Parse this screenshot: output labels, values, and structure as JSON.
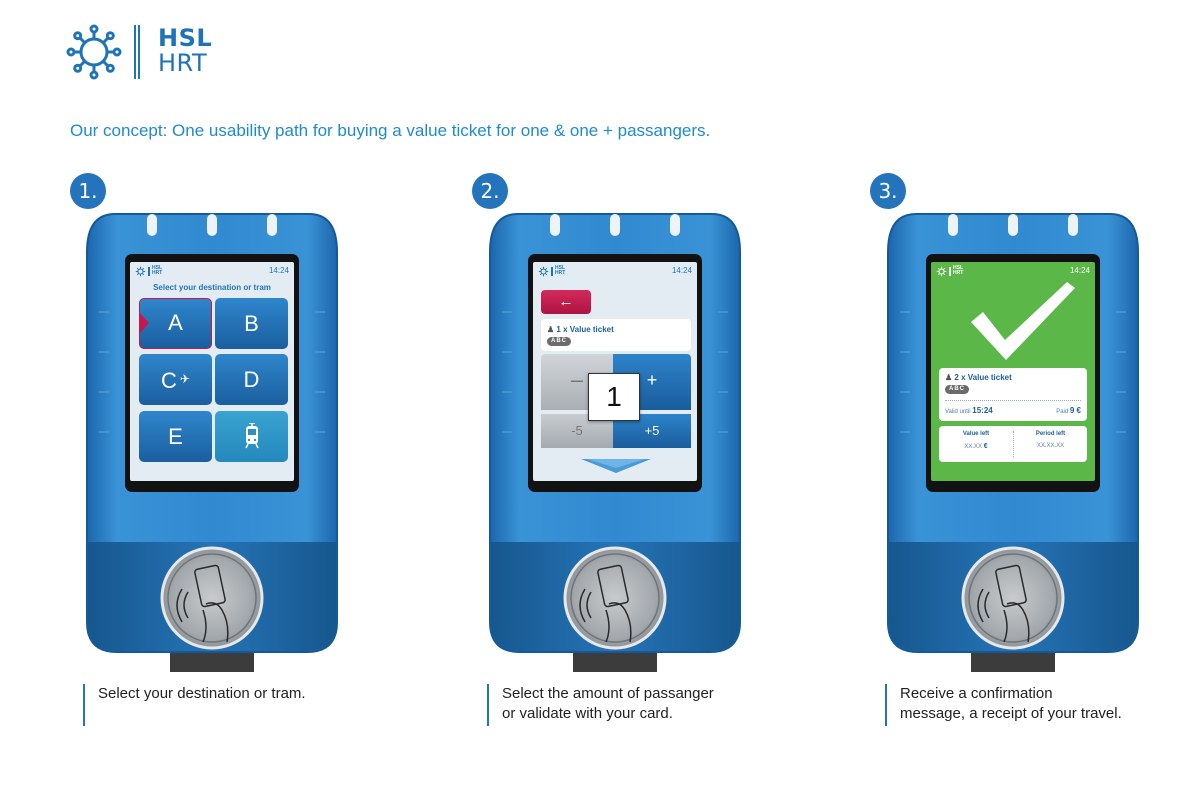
{
  "brand": {
    "line1": "HSL",
    "line2": "HRT",
    "color": "#1f73b7",
    "icon": "hsl-sun-icon"
  },
  "headline": "Our concept: One usability path for buying a value ticket for one & one + passangers.",
  "steps": [
    {
      "number": "1.",
      "screen": {
        "time": "14:24",
        "title": "Select your destination or tram",
        "options": [
          {
            "label": "A",
            "selected": true
          },
          {
            "label": "B"
          },
          {
            "label": "C",
            "icon": "airplane-icon"
          },
          {
            "label": "D"
          },
          {
            "label": "E"
          },
          {
            "label": "",
            "icon": "tram-icon"
          }
        ]
      },
      "caption_lines": [
        "Select your destination or tram."
      ]
    },
    {
      "number": "2.",
      "screen": {
        "time": "14:24",
        "back": "←",
        "ticket": {
          "name": "1 x Value ticket",
          "zone": "ABC"
        },
        "minus": "–",
        "plus": "+",
        "minus5": "-5",
        "plus5": "+5",
        "count": "1"
      },
      "caption_lines": [
        "Select the amount of passanger",
        "or validate with your card."
      ]
    },
    {
      "number": "3.",
      "screen": {
        "time": "14:24",
        "ticket": {
          "name": "2 x Value ticket",
          "zone": "ABC"
        },
        "valid_label": "Valid until",
        "valid_time": "15:24",
        "paid_label": "Paid",
        "paid_value": "9 €",
        "value_left_label": "Value left",
        "value_left": "XX.XX",
        "value_left_unit": "€",
        "period_left_label": "Period left",
        "period_left": "XX.XX.XX"
      },
      "caption_lines": [
        "Receive  a confirmation",
        "message, a receipt of your travel."
      ]
    }
  ],
  "colors": {
    "device_blue": "#2f86cc",
    "badge": "#2374bb",
    "selected": "#c8174a",
    "confirm_green": "#5cb749"
  }
}
